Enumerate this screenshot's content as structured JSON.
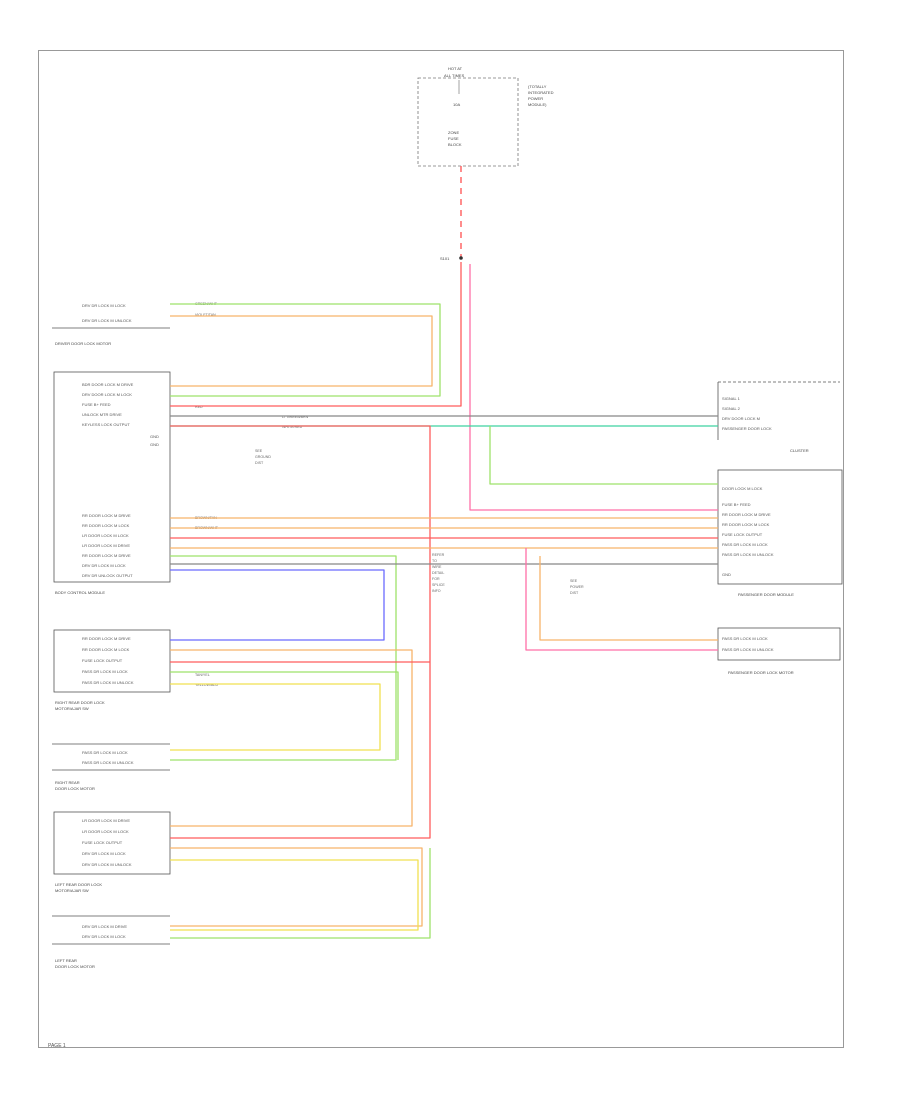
{
  "top_box": {
    "lines": [
      "HOT AT",
      "ALL TIMES"
    ],
    "fuse": "10A",
    "side_note": [
      "(TOTALLY",
      "INTEGRATED",
      "POWER",
      "MODULE)"
    ],
    "inner": [
      "ZONE",
      "FUSE",
      "BLOCK"
    ]
  },
  "splice": "S101",
  "connectors": {
    "driver_door_lock_motor": {
      "title": "DRIVER DOOR LOCK MOTOR",
      "pins": [
        "DRV DR LOCK M LOCK",
        "DRV DR LOCK M UNLOCK"
      ]
    },
    "bcm": {
      "title": "BODY CONTROL MODULE",
      "pins_left": [
        "BDR DOOR LOCK M DRIVE",
        "DRV DOOR LOCK M LOCK",
        "FUSE B+ FEED",
        "UNLOCK MTR DRIVE",
        "KEYLESS LOCK OUTPUT",
        "GND",
        "GND"
      ],
      "pins_lower": [
        "RR DOOR LOCK M DRIVE",
        "RR DOOR LOCK M LOCK",
        "LR DOOR LOCK M LOCK",
        "LR DOOR LOCK M DRIVE",
        "RR DOOR LOCK M DRIVE",
        "DRV DR LOCK M LOCK",
        "DRV DR UNLOCK OUTPUT"
      ]
    },
    "cluster": {
      "title": "CLUSTER",
      "pins": [
        "SIGNAL 1",
        "SIGNAL 2",
        "DRV DOOR LOCK M",
        "PASSENGER DOOR LOCK"
      ]
    },
    "passenger_door_module": {
      "title": "PASSENGER DOOR MODULE",
      "pins": [
        "DOOR LOCK M LOCK",
        "FUSE B+ FEED",
        "RR DOOR LOCK M DRIVE",
        "RR DOOR LOCK M LOCK",
        "FUSE LOCK OUTPUT",
        "PASS DR LOCK M LOCK",
        "PASS DR LOCK M UNLOCK",
        "GND"
      ]
    },
    "passenger_door_lock_motor": {
      "title": "PASSENGER DOOR LOCK MOTOR",
      "pins": [
        "PASS DR LOCK M LOCK",
        "PASS DR LOCK M UNLOCK"
      ]
    },
    "right_rear_door_lock": {
      "title": "RIGHT REAR DOOR LOCK",
      "sub": "MOTOR/AJAR SW",
      "pins": [
        "RR DOOR LOCK M DRIVE",
        "RR DOOR LOCK M LOCK",
        "FUSE LOCK OUTPUT",
        "PASS DR LOCK M LOCK",
        "PASS DR LOCK M UNLOCK"
      ]
    },
    "right_rear_door_motor": {
      "title": "RIGHT REAR",
      "sub": "DOOR LOCK MOTOR",
      "pins": [
        "PASS DR LOCK M LOCK",
        "PASS DR LOCK M UNLOCK"
      ]
    },
    "left_rear_door_lock": {
      "title": "LEFT REAR DOOR LOCK",
      "sub": "MOTOR/AJAR SW",
      "pins": [
        "LR DOOR LOCK M DRIVE",
        "LR DOOR LOCK M LOCK",
        "FUSE LOCK OUTPUT",
        "DRV DR LOCK M LOCK",
        "DRV DR LOCK M UNLOCK"
      ]
    },
    "left_rear_door_motor": {
      "title": "LEFT REAR",
      "sub": "DOOR LOCK MOTOR",
      "pins": [
        "DRV DR LOCK M DRIVE",
        "DRV DR LOCK M LOCK"
      ]
    }
  },
  "wire_labels": {
    "violet_tan": "VIOLET/TAN",
    "green_wht": "GREEN/WHT",
    "red": "RED",
    "lt_green_brn": "LT GREEN/BRN",
    "white_red": "WHITE/RED",
    "brown_tan": "BROWN/TAN",
    "brown_wht": "BROWN/WHT",
    "tan_yel": "TAN/YEL",
    "yellow_blu": "YELLOW/BLU"
  },
  "notes": {
    "ground_note": [
      "SEE",
      "GROUND",
      "DIST"
    ],
    "splice_note": [
      "REFER",
      "TO",
      "WIRE",
      "DETAIL",
      "FOR",
      "SPLICE",
      "INFO"
    ],
    "pass_note": [
      "SEE",
      "POWER",
      "DIST"
    ]
  },
  "footer": "PAGE 1",
  "colors": {
    "green": "#9ee26a",
    "orange": "#f7b36a",
    "red": "#ff5c5c",
    "pink": "#ff6fa8",
    "yellow": "#f0e050",
    "blue": "#6b6bff",
    "teal": "#3fd2a0",
    "grey": "#888888"
  }
}
